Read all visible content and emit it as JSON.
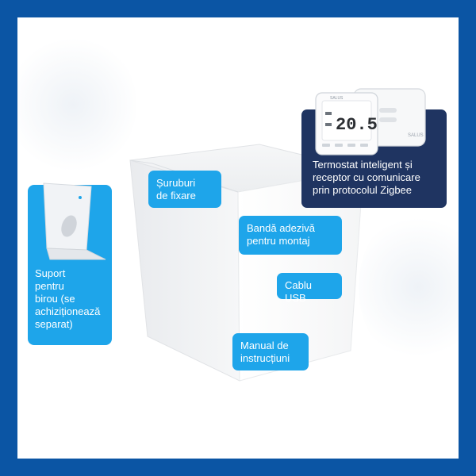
{
  "colors": {
    "frame_blue": "#0b55a4",
    "callout_blue": "#1ea5ea",
    "dark_navy": "#1f3461",
    "box_white": "#ffffff"
  },
  "labels": {
    "screws": "Șuruburi\nde fixare",
    "tape": "Bandă adezivă\npentru montaj",
    "usb": "Cablu USB",
    "manual": "Manual de\ninstrucțiuni",
    "stand": "Suport\npentru\nbirou (se\nachiziționează\nseparat)",
    "thermostat": "Termostat inteligent și\nreceptor cu comunicare\nprin protocolul Zigbee"
  },
  "thermostat_display": {
    "temperature": "20.5",
    "brand": "SALUS"
  },
  "icons": {
    "box": "product-box-icon",
    "stand": "desk-stand-icon",
    "thermostat": "thermostat-device-icon",
    "receiver": "receiver-device-icon"
  }
}
